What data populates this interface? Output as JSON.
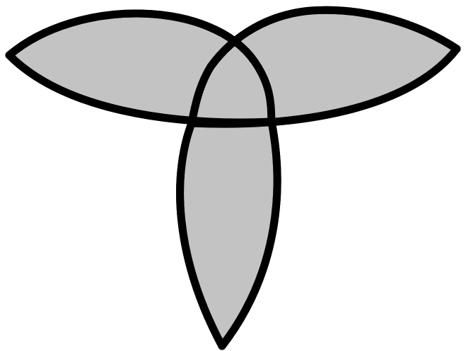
{
  "figure": {
    "background_color": "#ffffff",
    "fill_color": "#c3c3c3",
    "stroke_color": "#000000",
    "petals": [
      {
        "name": "left-petal"
      },
      {
        "name": "right-petal"
      },
      {
        "name": "bottom-petal"
      }
    ]
  }
}
